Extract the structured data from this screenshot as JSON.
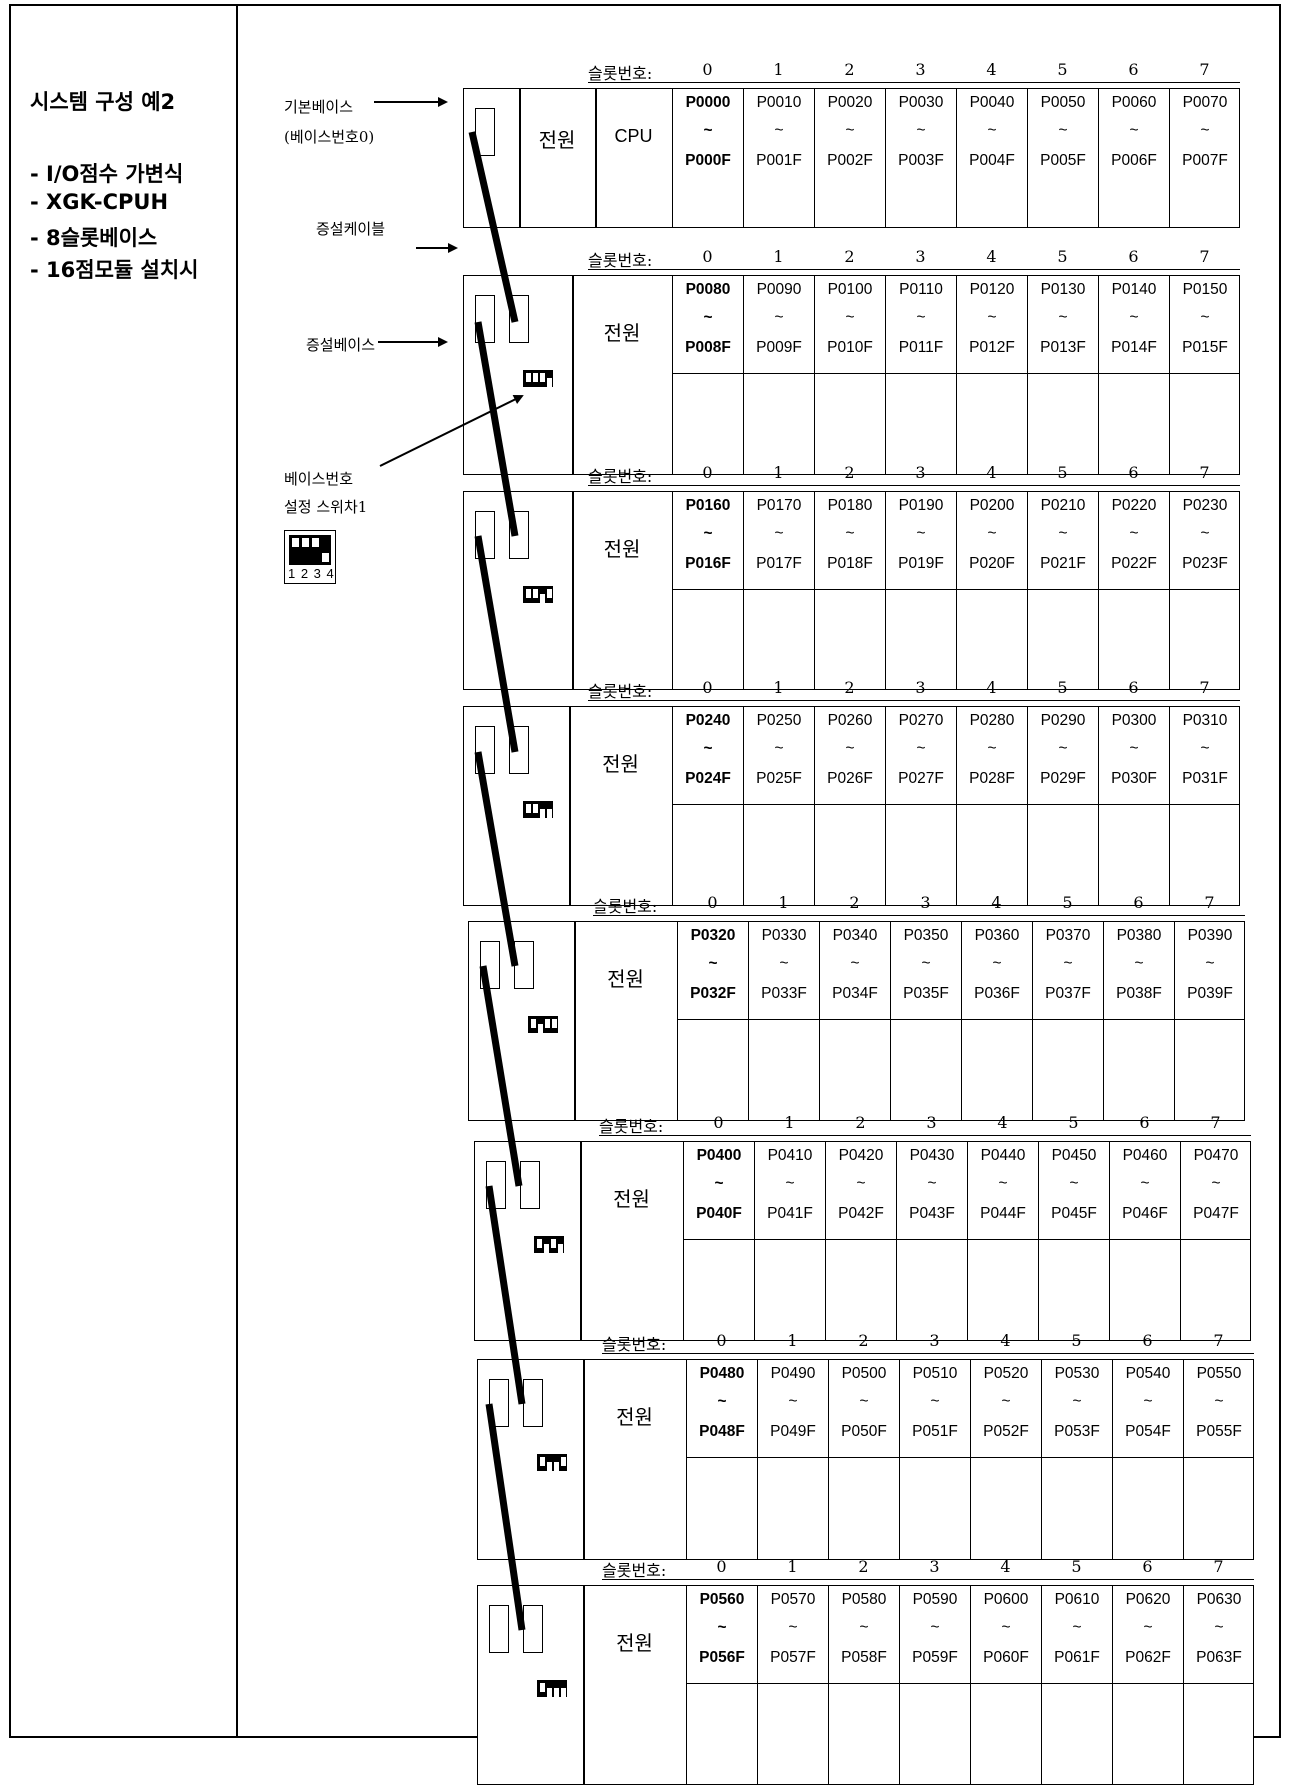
{
  "left_panel": {
    "title": "시스템 구성 예2",
    "items": [
      "- I/O점수 가변식",
      "- XGK-CPUH",
      "- 8슬롯베이스",
      "- 16점모듈 설치시"
    ]
  },
  "annotations": {
    "main_base": "기본베이스",
    "main_base_number": "(베이스번호0)",
    "ext_cable": "증설케이블",
    "ext_base": "증설베이스",
    "base_switch": "베이스번호",
    "switch_setting": "설정 스위차1",
    "switch_numbers": "1 2 3 4"
  },
  "slot_header_label": "슬롯번호:",
  "slot_numbers": [
    "0",
    "1",
    "2",
    "3",
    "4",
    "5",
    "6",
    "7"
  ],
  "power_label": "전원",
  "cpu_label": "CPU",
  "tilde": "~",
  "bases": [
    {
      "start": [
        "P0000",
        "P0010",
        "P0020",
        "P0030",
        "P0040",
        "P0050",
        "P0060",
        "P0070"
      ],
      "end": [
        "P000F",
        "P001F",
        "P002F",
        "P003F",
        "P004F",
        "P005F",
        "P006F",
        "P007F"
      ]
    },
    {
      "start": [
        "P0080",
        "P0090",
        "P0100",
        "P0110",
        "P0120",
        "P0130",
        "P0140",
        "P0150"
      ],
      "end": [
        "P008F",
        "P009F",
        "P010F",
        "P011F",
        "P012F",
        "P013F",
        "P014F",
        "P015F"
      ]
    },
    {
      "start": [
        "P0160",
        "P0170",
        "P0180",
        "P0190",
        "P0200",
        "P0210",
        "P0220",
        "P0230"
      ],
      "end": [
        "P016F",
        "P017F",
        "P018F",
        "P019F",
        "P020F",
        "P021F",
        "P022F",
        "P023F"
      ]
    },
    {
      "start": [
        "P0240",
        "P0250",
        "P0260",
        "P0270",
        "P0280",
        "P0290",
        "P0300",
        "P0310"
      ],
      "end": [
        "P024F",
        "P025F",
        "P026F",
        "P027F",
        "P028F",
        "P029F",
        "P030F",
        "P031F"
      ]
    },
    {
      "start": [
        "P0320",
        "P0330",
        "P0340",
        "P0350",
        "P0360",
        "P0370",
        "P0380",
        "P0390"
      ],
      "end": [
        "P032F",
        "P033F",
        "P034F",
        "P035F",
        "P036F",
        "P037F",
        "P038F",
        "P039F"
      ]
    },
    {
      "start": [
        "P0400",
        "P0410",
        "P0420",
        "P0430",
        "P0440",
        "P0450",
        "P0460",
        "P0470"
      ],
      "end": [
        "P040F",
        "P041F",
        "P042F",
        "P043F",
        "P044F",
        "P045F",
        "P046F",
        "P047F"
      ]
    },
    {
      "start": [
        "P0480",
        "P0490",
        "P0500",
        "P0510",
        "P0520",
        "P0530",
        "P0540",
        "P0550"
      ],
      "end": [
        "P048F",
        "P049F",
        "P050F",
        "P051F",
        "P052F",
        "P053F",
        "P054F",
        "P055F"
      ]
    },
    {
      "start": [
        "P0560",
        "P0570",
        "P0580",
        "P0590",
        "P0600",
        "P0610",
        "P0620",
        "P0630"
      ],
      "end": [
        "P056F",
        "P057F",
        "P058F",
        "P059F",
        "P060F",
        "P061F",
        "P062F",
        "P063F"
      ]
    }
  ]
}
